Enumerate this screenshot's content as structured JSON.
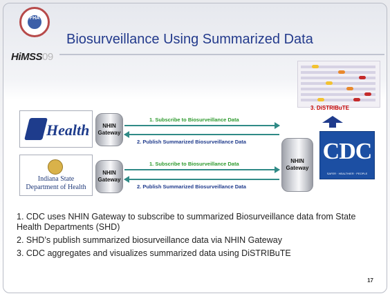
{
  "header": {
    "logo_text": "FHA",
    "himss_brand": "HiMSS",
    "himss_year": "09",
    "title": "Biosurveillance Using Summarized Data"
  },
  "diagram": {
    "distribute_label": "3. DiSTRIBuTE",
    "cdc_logo": "CDC",
    "cdc_tagline": "SAFER · HEALTHIER · PEOPLE",
    "health_logo_text": "Health",
    "indiana_logo_line1": "Indiana State",
    "indiana_logo_line2": "Department of Health",
    "gateway_left_top": "NHIN Gateway",
    "gateway_left_bottom": "NHIN Gateway",
    "gateway_right": "NHIN Gateway",
    "arrows": [
      {
        "text": "1. Subscribe to Biosurveillance Data",
        "color": "#2e9a2e"
      },
      {
        "text": "2. Publish Summarized Biosurveillance Data",
        "color": "#1f3b8c"
      },
      {
        "text": "1. Subscribe to Biosurveillance Data",
        "color": "#2e9a2e"
      },
      {
        "text": "2. Publish Summarized Biosurveillance Data",
        "color": "#1f3b8c"
      }
    ]
  },
  "bullets": [
    "1.  CDC uses NHIN Gateway to subscribe to summarized Biosurveillance data from State Health Departments (SHD)",
    "2.  SHD’s publish summarized biosurveillance data via NHIN Gateway",
    "3.  CDC aggregates and visualizes summarized data using DiSTRIBuTE"
  ],
  "page_number": "17",
  "colors": {
    "title": "#233a8c",
    "arrow": "#2f8a86",
    "distribute": "#c40000",
    "cdc": "#1c4fa3"
  }
}
